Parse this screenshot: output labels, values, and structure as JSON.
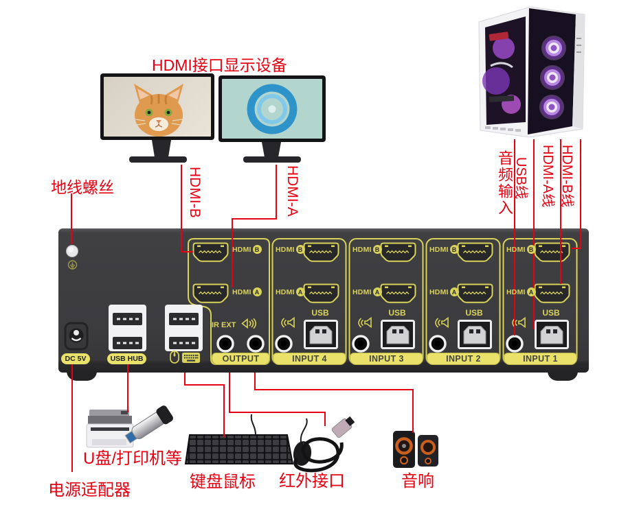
{
  "colors": {
    "red": "#e60012",
    "yellow": "#d9d35a",
    "band_fill": "#e9e169",
    "device_body": "#3b3b3d"
  },
  "title": "HDMI接口显示设备",
  "labels": {
    "ground_screw": "地线螺丝",
    "monitor_hdmi_b": "HDMI-B",
    "monitor_hdmi_a": "HDMI-A",
    "audio_in": "音频输入",
    "usb_cable": "USB线",
    "hdmi_a_cable": "HDMI-A线",
    "hdmi_b_cable": "HDMI-B线",
    "power_adapter": "电源适配器",
    "usb_printer": "U盘/打印机等",
    "keyboard_mouse": "键盘鼠标",
    "ir_port": "红外接口",
    "speakers": "音响"
  },
  "device": {
    "dc_badge": "DC 5V",
    "usb_hub_badge": "USB HUB",
    "ir_ext": "IR EXT",
    "usb": "USB",
    "hdmi": "HDMI",
    "port_a": "A",
    "port_b": "B",
    "bands": {
      "output": "OUTPUT",
      "input4": "INPUT 4",
      "input3": "INPUT 3",
      "input2": "INPUT 2",
      "input1": "INPUT 1"
    }
  },
  "icons": {
    "ground": "ground-symbol",
    "mouse": "mouse-icon",
    "keyboard": "keyboard-icon",
    "speaker_out": "speaker-out-icon",
    "audio_in": "audio-in-icon"
  }
}
